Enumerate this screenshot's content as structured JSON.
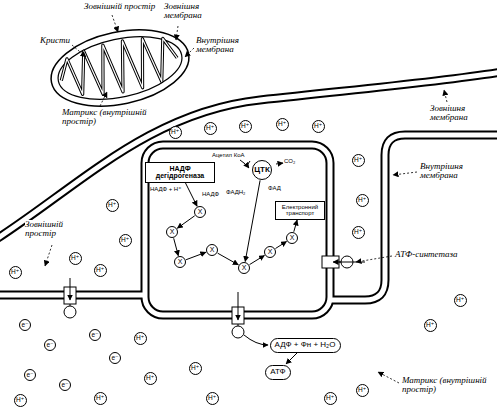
{
  "diagram": {
    "nodes": [
      {
        "text": [
          "НАДФ дегідрогеназа"
        ]
      },
      {
        "text": [
          "ЦТК"
        ]
      },
      {
        "text": [
          "Електронний транспорт"
        ]
      },
      {
        "text": [
          "X"
        ]
      },
      {
        "text": [
          "X"
        ]
      },
      {
        "text": [
          "X"
        ]
      },
      {
        "text": [
          "X"
        ]
      },
      {
        "text": [
          "X"
        ]
      },
      {
        "text": [
          "X"
        ]
      },
      {
        "text": [
          "X"
        ]
      },
      {
        "text": [
          "АДФ + Фн + H₂O"
        ]
      },
      {
        "text": [
          "АТФ"
        ]
      },
      {
        "text": [
          "H⁺"
        ]
      },
      {
        "text": [
          "H⁺"
        ]
      },
      {
        "text": [
          "H⁺"
        ]
      },
      {
        "text": [
          "H⁺"
        ]
      },
      {
        "text": [
          "H⁺"
        ]
      },
      {
        "text": [
          "H⁺"
        ]
      },
      {
        "text": [
          "H⁺"
        ]
      },
      {
        "text": [
          "H⁺"
        ]
      },
      {
        "text": [
          "H⁺"
        ]
      },
      {
        "text": [
          "H⁺"
        ]
      },
      {
        "text": [
          "H⁺"
        ]
      },
      {
        "text": [
          "H⁺"
        ]
      },
      {
        "text": [
          "H⁺"
        ]
      },
      {
        "text": [
          "e⁻"
        ]
      },
      {
        "text": [
          "e⁻"
        ]
      },
      {
        "text": [
          "e⁻"
        ]
      },
      {
        "text": [
          "e⁻"
        ]
      },
      {
        "text": [
          "e⁻"
        ]
      },
      {
        "text": [
          "e⁻"
        ]
      },
      {
        "text": [
          "H⁺"
        ]
      },
      {
        "text": [
          "H⁺"
        ]
      },
      {
        "text": [
          "H⁺"
        ]
      },
      {
        "text": [
          "H⁺"
        ]
      },
      {
        "text": [
          "H⁺"
        ]
      },
      {
        "text": [
          "H⁺"
        ]
      },
      {
        "text": [
          "H⁺"
        ]
      },
      {
        "text": [
          "H⁺"
        ]
      },
      {
        "text": [
          "H⁺"
        ]
      },
      {
        "text": [
          "H⁺"
        ]
      }
    ],
    "edges": [
      {
        "from": 0,
        "to": 3,
        "arrow": "to"
      },
      {
        "from": 3,
        "to": 4,
        "arrow": "to"
      },
      {
        "from": 4,
        "to": 5,
        "arrow": "to"
      },
      {
        "from": 5,
        "to": 6,
        "arrow": "to"
      },
      {
        "from": 6,
        "to": 7,
        "arrow": "to"
      },
      {
        "from": 7,
        "to": 8,
        "arrow": "to"
      },
      {
        "from": 8,
        "to": 9,
        "arrow": "to"
      },
      {
        "from": 9,
        "to": 2,
        "arrow": "to"
      },
      {
        "from": 1,
        "to": 7,
        "arrow": "to"
      },
      {
        "from": 10,
        "to": 11,
        "arrow": "to"
      }
    ],
    "labels": [
      "Кристи",
      "Зовнішній простір",
      "Зовнішня мембрана",
      "Внутрішня мембрана",
      "Матрикс (внутрішній простір)",
      "Зовнішня мембрана",
      "Зовнішній простір",
      "Внутрішня мембрана",
      "АТФ-синтетаза",
      "Матрикс (внутрішній простір)",
      "Ацетил КоА",
      "НАДФ + H⁺",
      "НАДФ",
      "CO₂",
      "ФАД",
      "ФАДН₂"
    ]
  }
}
